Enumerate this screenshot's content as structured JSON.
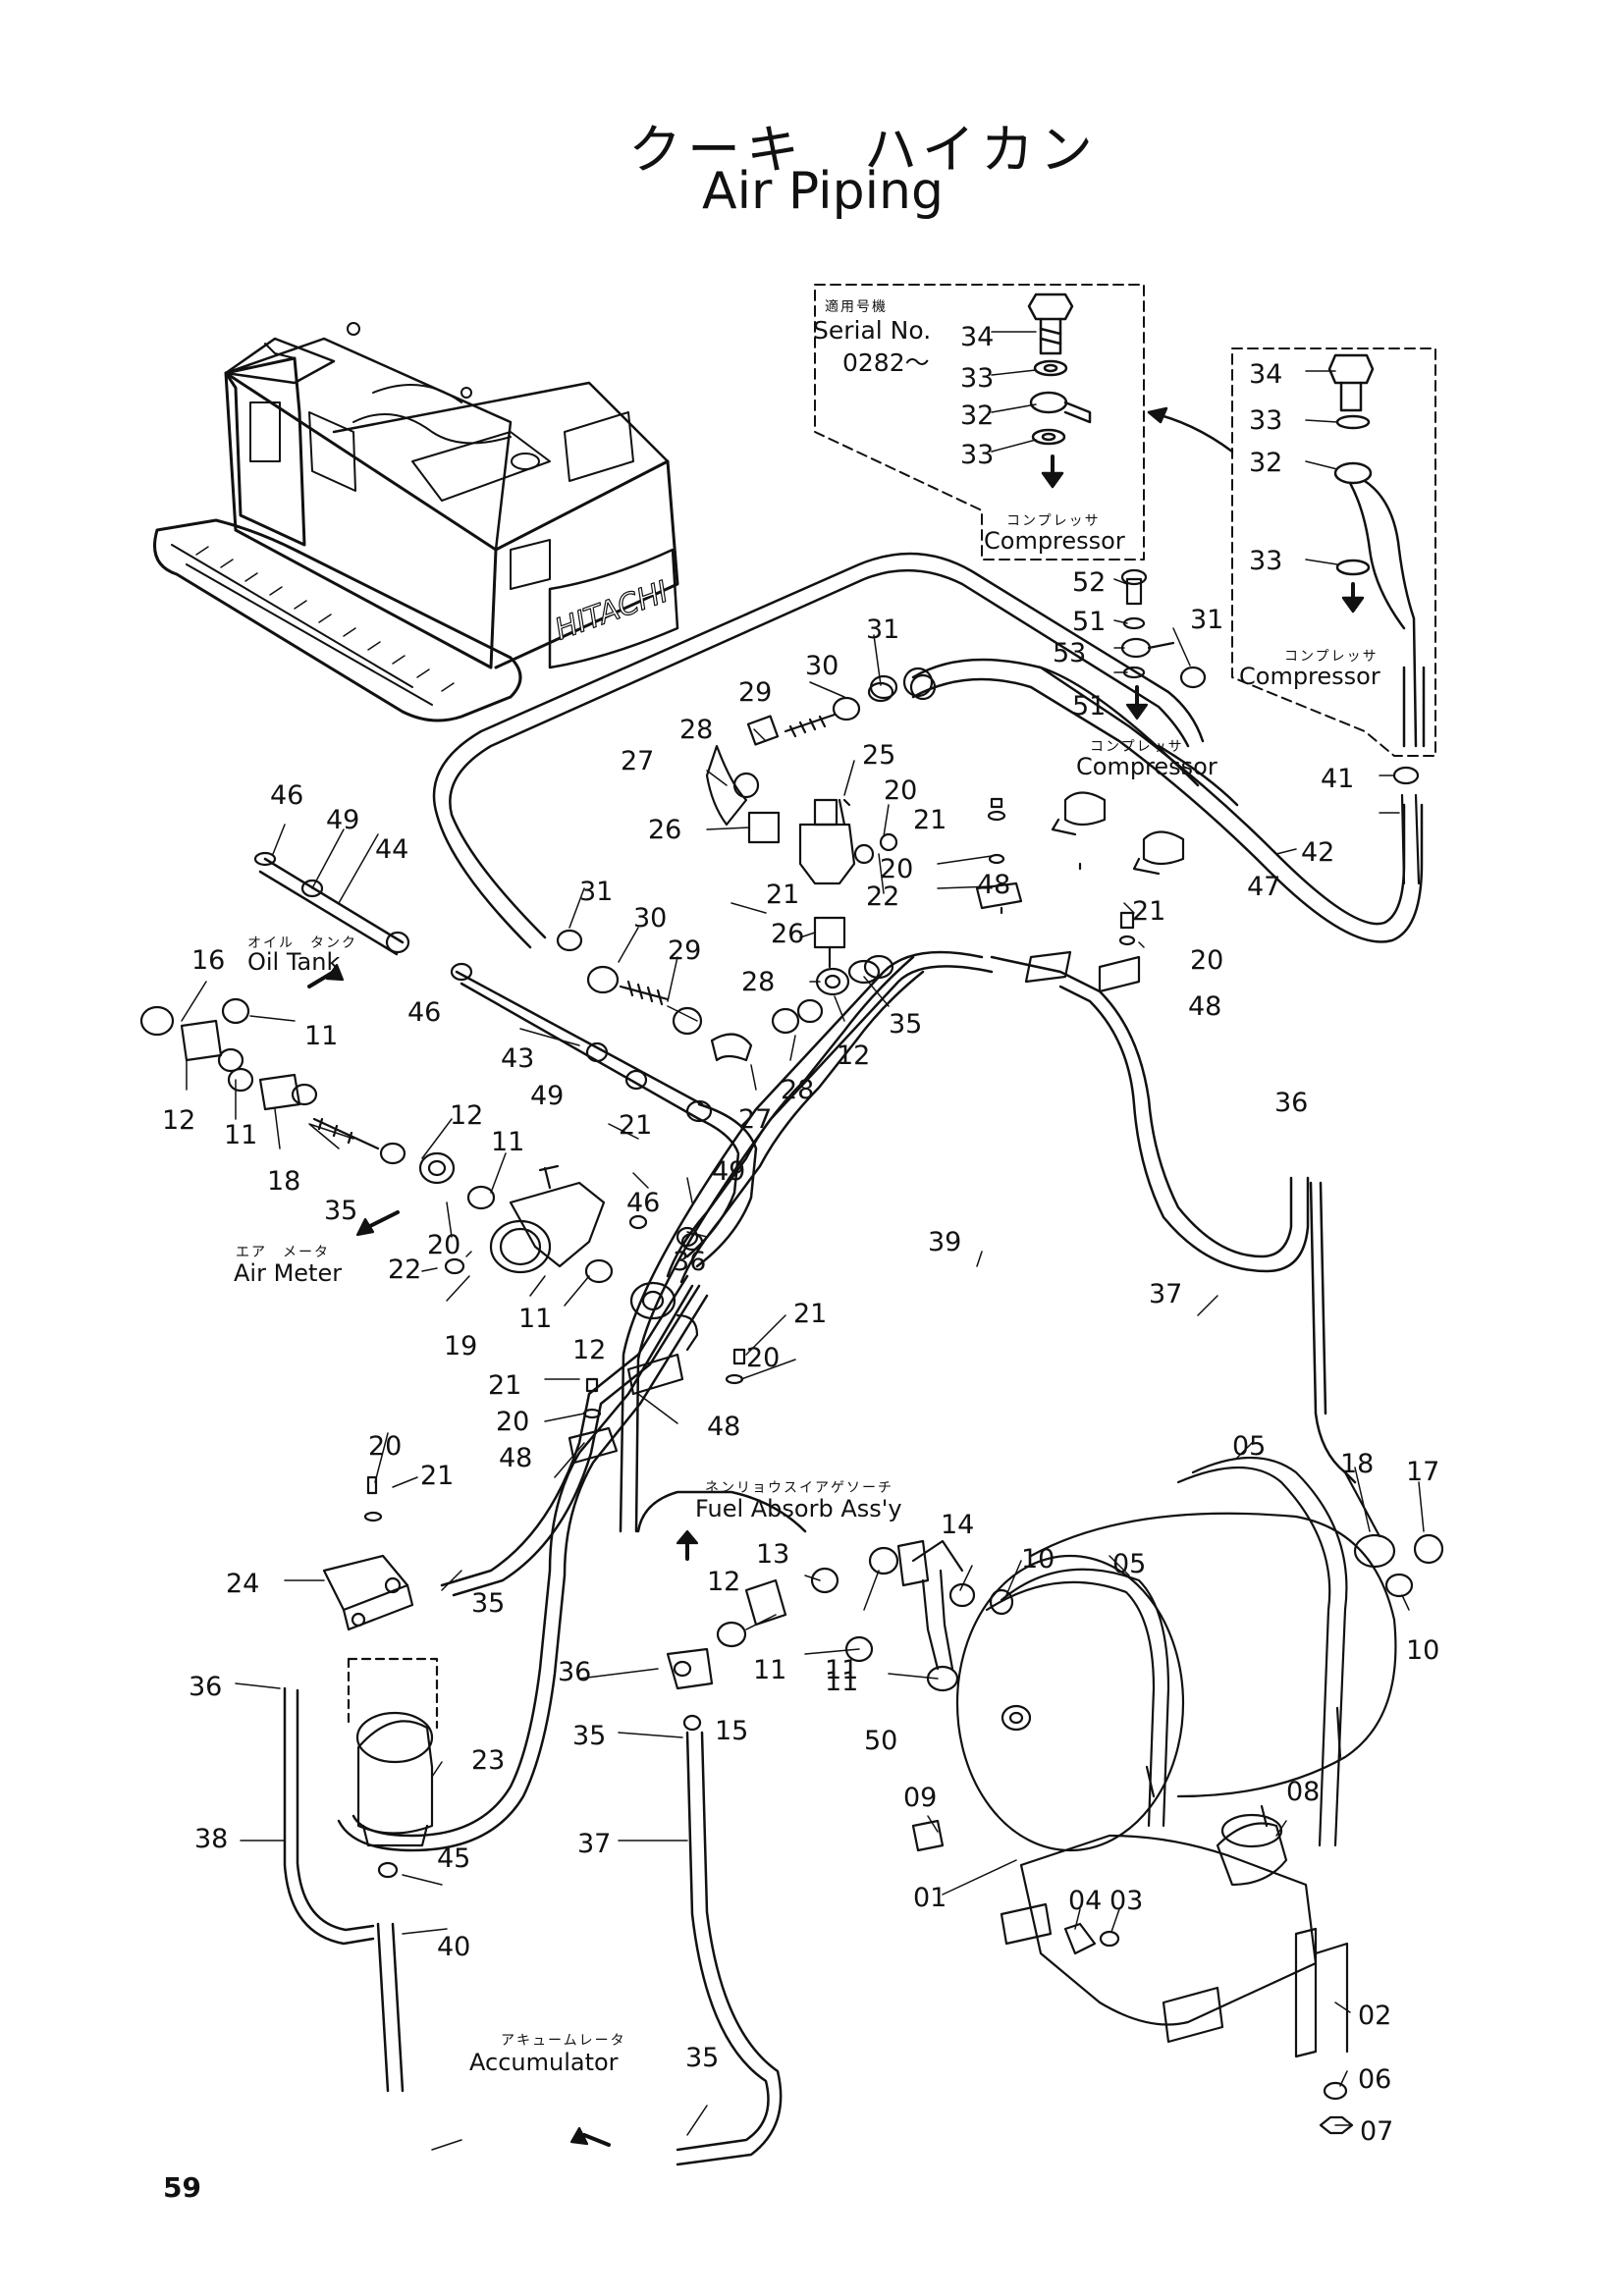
{
  "title": {
    "japanese": "クーキ　ハイカン",
    "english": "Air Piping"
  },
  "page_number": "59",
  "inset": {
    "serial_jp": "適用号機",
    "serial_label": "Serial No.",
    "serial_range": "0282～"
  },
  "destinations": {
    "compressor_jp": "コンプレッサ",
    "compressor": "Compressor",
    "oil_tank_jp": "オイル　タンク",
    "oil_tank": "Oil Tank",
    "air_meter_jp": "エア　メータ",
    "air_meter": "Air Meter",
    "fuel_absorb_jp": "ネンリョウスイアゲソーチ",
    "fuel_absorb": "Fuel Absorb Ass'y",
    "accumulator_jp": "アキュームレータ",
    "accumulator": "Accumulator"
  },
  "machine_logo": "HITACHI",
  "part_labels": [
    "34",
    "33",
    "32",
    "33",
    "34",
    "33",
    "32",
    "33",
    "52",
    "51",
    "53",
    "51",
    "31",
    "31",
    "41",
    "42",
    "47",
    "30",
    "29",
    "28",
    "27",
    "25",
    "26",
    "20",
    "21",
    "20",
    "22",
    "48",
    "21",
    "26",
    "31",
    "30",
    "29",
    "28",
    "12",
    "28",
    "27",
    "35",
    "21",
    "20",
    "48",
    "46",
    "49",
    "44",
    "16",
    "11",
    "12",
    "11",
    "18",
    "35",
    "46",
    "43",
    "49",
    "12",
    "11",
    "21",
    "49",
    "46",
    "36",
    "22",
    "20",
    "19",
    "11",
    "12",
    "39",
    "37",
    "36",
    "21",
    "20",
    "21",
    "20",
    "48",
    "48",
    "20",
    "21",
    "24",
    "35",
    "36",
    "23",
    "38",
    "45",
    "40",
    "37",
    "35",
    "05",
    "05",
    "18",
    "17",
    "10",
    "10",
    "13",
    "12",
    "11",
    "11",
    "14",
    "11",
    "15",
    "50",
    "36",
    "35",
    "09",
    "01",
    "08",
    "04",
    "03",
    "02",
    "06",
    "07"
  ]
}
